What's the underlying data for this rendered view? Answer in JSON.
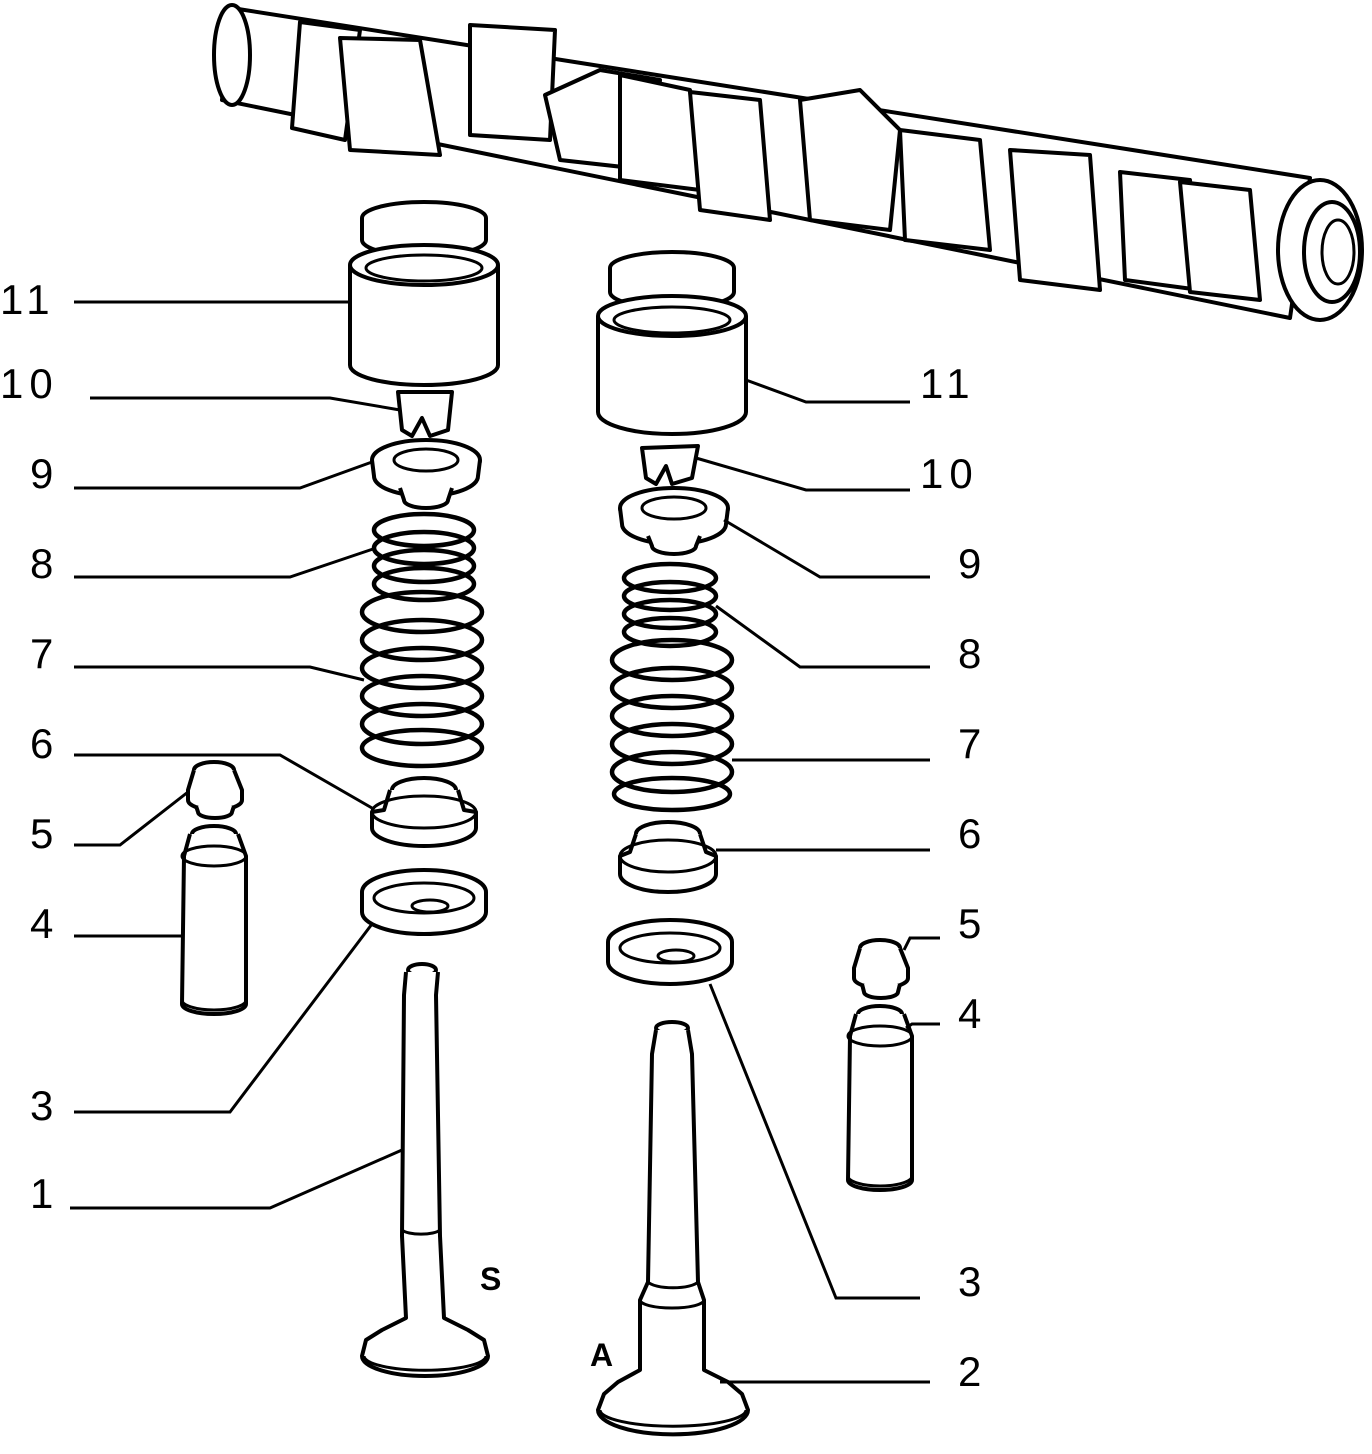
{
  "left_column": {
    "labels": [
      "11",
      "10",
      "9",
      "8",
      "7",
      "6",
      "5",
      "4",
      "3",
      "1"
    ],
    "valve_letter": "S"
  },
  "right_column": {
    "labels": [
      "11",
      "10",
      "9",
      "8",
      "7",
      "6",
      "5",
      "4",
      "3",
      "2"
    ],
    "valve_letter": "A"
  }
}
